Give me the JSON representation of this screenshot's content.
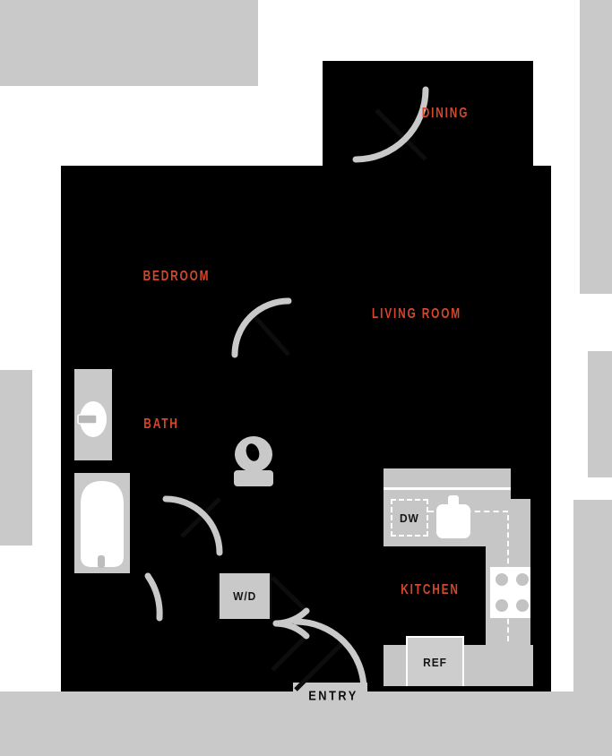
{
  "plan": {
    "type": "apartment-floor-plan",
    "rooms": [
      {
        "id": "dining",
        "label": "DINING"
      },
      {
        "id": "bedroom",
        "label": "BEDROOM"
      },
      {
        "id": "living",
        "label": "LIVING ROOM"
      },
      {
        "id": "bath",
        "label": "BATH"
      },
      {
        "id": "kitchen",
        "label": "KITCHEN"
      }
    ],
    "entry": {
      "label": "ENTRY"
    },
    "appliances": [
      {
        "id": "washer-dryer",
        "label": "W/D"
      },
      {
        "id": "dishwasher",
        "label": "DW"
      },
      {
        "id": "refrigerator",
        "label": "REF"
      }
    ],
    "fixtures": [
      "vanity-sink",
      "bathtub",
      "toilet",
      "kitchen-sink",
      "stove-4-burners",
      "upper-cabinet-dashed-lines",
      "door-swing-arcs"
    ],
    "colors": {
      "unit_fill": "#000000",
      "context_gray": "#c9c9c9",
      "counter_gray": "#c6c6c6",
      "room_label": "#d5472a",
      "background": "#ffffff",
      "fixture_white": "#ffffff"
    }
  }
}
